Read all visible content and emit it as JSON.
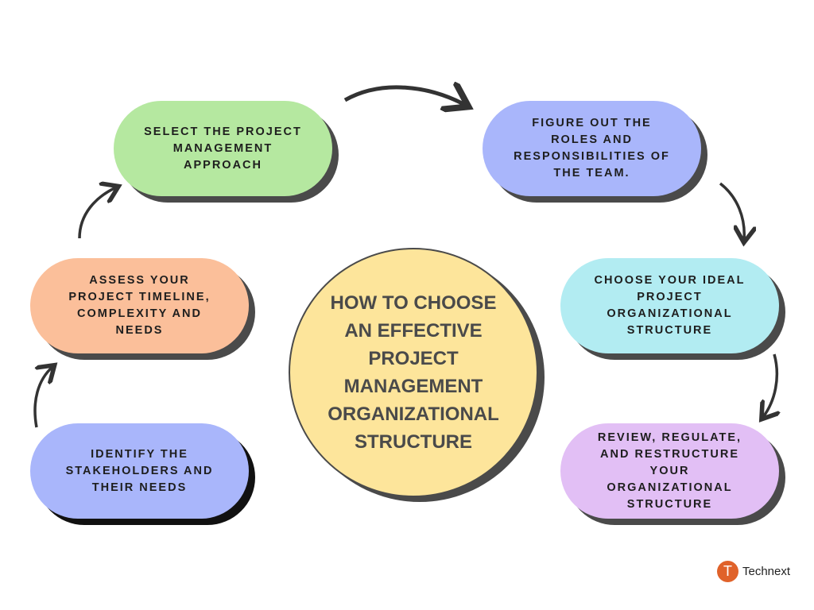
{
  "center": {
    "title": "HOW TO CHOOSE AN EFFECTIVE PROJECT MANAGEMENT ORGANIZATIONAL STRUCTURE"
  },
  "steps": [
    {
      "label": "SELECT THE PROJECT MANAGEMENT APPROACH",
      "color": "#b5e8a0"
    },
    {
      "label": "FIGURE OUT THE ROLES AND RESPONSIBILITIES OF THE TEAM.",
      "color": "#a9b6fb"
    },
    {
      "label": "CHOOSE YOUR IDEAL PROJECT ORGANIZATIONAL STRUCTURE",
      "color": "#b2ecf2"
    },
    {
      "label": "REVIEW, REGULATE, AND RESTRUCTURE YOUR ORGANIZATIONAL STRUCTURE",
      "color": "#e2bff5"
    },
    {
      "label": "ASSESS YOUR PROJECT TIMELINE, COMPLEXITY AND NEEDS",
      "color": "#fbbf9a"
    },
    {
      "label": "IDENTIFY THE STAKEHOLDERS AND THEIR NEEDS",
      "color": "#a9b6fb"
    }
  ],
  "logo": {
    "letter": "T",
    "name": "Technext"
  }
}
